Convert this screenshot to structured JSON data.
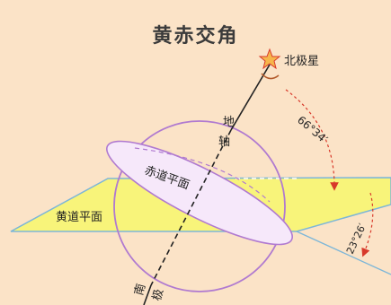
{
  "title": "黄赤交角",
  "labels": {
    "north_star": "北极星",
    "earth_axis_1": "地",
    "earth_axis_2": "轴",
    "equatorial_plane": "赤道平面",
    "ecliptic_plane": "黄道平面",
    "angle_axis": "66°34′",
    "angle_obliquity": "23°26′",
    "south_pole_1": "南",
    "south_pole_2": "极"
  },
  "colors": {
    "background": "#fbe3c7",
    "sphere_outline": "#b07ad0",
    "equatorial_fill": "#f6e8fa",
    "ecliptic_fill": "#f8f47a",
    "ecliptic_edge": "#7cb6d8",
    "arrow_red": "#d8392b",
    "star": "#f6b64b"
  },
  "icons": {
    "north_star": "star-icon"
  }
}
